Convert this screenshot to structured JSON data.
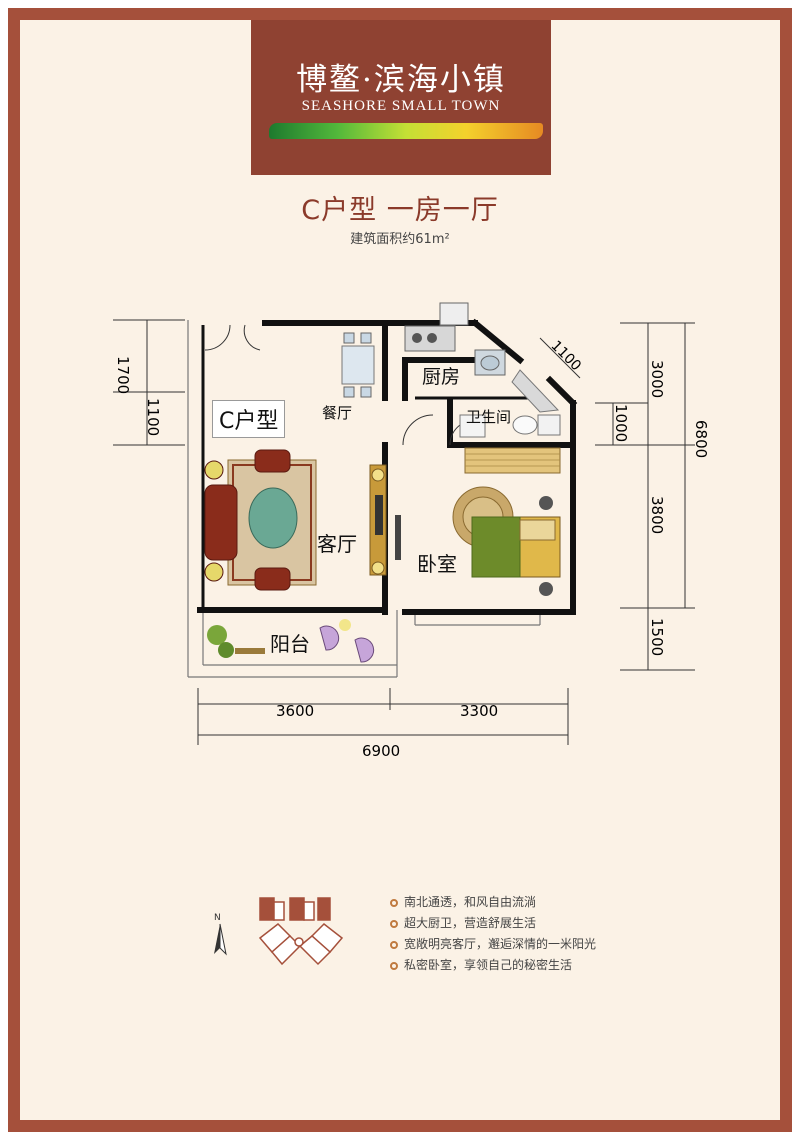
{
  "brand": {
    "cn": "博鳌·滨海小镇",
    "en": "SEASHORE SMALL TOWN"
  },
  "header": {
    "title": "C户型 一房一厅",
    "area": "建筑面积约61m²"
  },
  "plan": {
    "type_label": "C户型",
    "rooms": {
      "dining": "餐厅",
      "kitchen": "厨房",
      "bath": "卫生间",
      "living": "客厅",
      "bedroom": "卧室",
      "balcony": "阳台"
    },
    "dims": {
      "left_top": "1700",
      "left_bottom": "1100",
      "right_a": "3000",
      "right_b": "1000",
      "right_c": "3800",
      "right_d": "1500",
      "right_total": "6800",
      "diag": "1100",
      "bottom_left": "3600",
      "bottom_right": "3300",
      "bottom_total": "6900"
    }
  },
  "features": [
    "南北通透，和风自由流淌",
    "超大厨卫，营造舒展生活",
    "宽敞明亮客厅，邂逅深情的一米阳光",
    "私密卧室，享领自己的秘密生活"
  ],
  "compass_label": "N",
  "colors": {
    "border": "#a5503b",
    "brand_bg": "#8f4232",
    "paper": "#fbf2e6",
    "title": "#8b3a2a"
  }
}
